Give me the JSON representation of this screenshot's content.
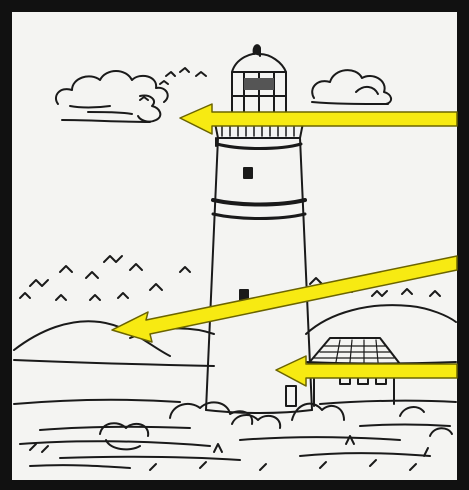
{
  "image": {
    "content": "pen sketch",
    "subjects": [
      "lighthouse",
      "clouds",
      "hills",
      "house",
      "shoreline",
      "birds"
    ],
    "frame_color": "#111111",
    "paper_color": "#f4f4f2",
    "ink_color": "#1a1a1a",
    "arrow_fill": "#f7ea12",
    "arrow_stroke": "#6b6400",
    "arrows": [
      {
        "points_to": "cloud"
      },
      {
        "points_to": "hill"
      },
      {
        "points_to": "lighthouse-tower"
      }
    ]
  }
}
